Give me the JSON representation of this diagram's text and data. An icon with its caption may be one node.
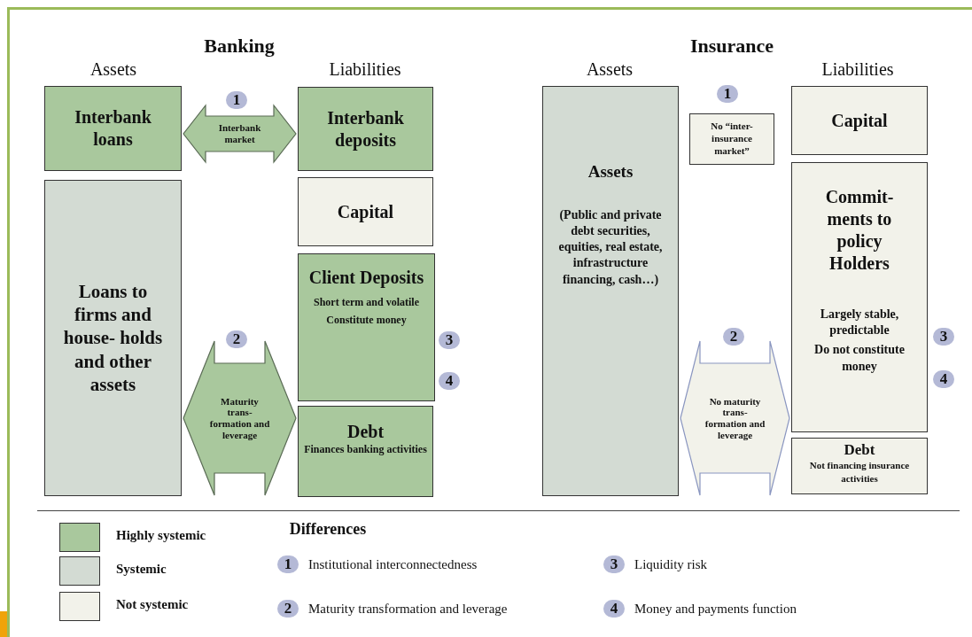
{
  "diagram": {
    "nodes": [
      {
        "text": [
          "Interbank loans"
        ]
      },
      {
        "text": [
          "Loans to firms and house- holds and other assets"
        ]
      },
      {
        "text": [
          "Interbank deposits"
        ]
      },
      {
        "text": [
          "Capital"
        ]
      },
      {
        "text": [
          "Client Deposits",
          "Short term and volatile",
          "Constitute money"
        ]
      },
      {
        "text": [
          "Debt",
          "Finances banking activities"
        ]
      },
      {
        "text": [
          "Assets",
          "(Public and private debt securities, equities, real estate, infrastructure financing, cash…)"
        ]
      },
      {
        "text": [
          "No “inter-insurance market”"
        ]
      },
      {
        "text": [
          "Capital"
        ]
      },
      {
        "text": [
          "Commit- ments to policy Holders",
          "Largely stable, predictable",
          "Do not constitute money"
        ]
      },
      {
        "text": [
          "Debt",
          "Not financing insurance activities"
        ]
      }
    ],
    "edges": [
      {
        "from": 0,
        "to": 2,
        "arrow": "both",
        "label": "Interbank market"
      },
      {
        "from": 1,
        "to": 4,
        "arrow": "both",
        "label": "Maturity trans- formation and leverage"
      },
      {
        "from": 6,
        "to": 9,
        "arrow": "both",
        "label": "No maturity trans- formation and leverage",
        "color": "#f2f2ea"
      }
    ],
    "labels": [
      "Banking",
      "Assets",
      "Liabilities",
      "Insurance",
      "Assets",
      "Liabilities",
      "1",
      "2",
      "3",
      "4",
      "1",
      "2",
      "3",
      "4",
      "Differences",
      "1",
      "Institutional interconnectedness",
      "3",
      "Liquidity risk",
      "2",
      "Maturity transformation and leverage",
      "4",
      "Money and payments function"
    ],
    "legend": [
      {
        "text": "Highly systemic",
        "color": "#a9c89d"
      },
      {
        "text": "Systemic",
        "color": "#d3dbd3"
      },
      {
        "text": "Not systemic",
        "color": "#f2f2ea"
      }
    ]
  }
}
